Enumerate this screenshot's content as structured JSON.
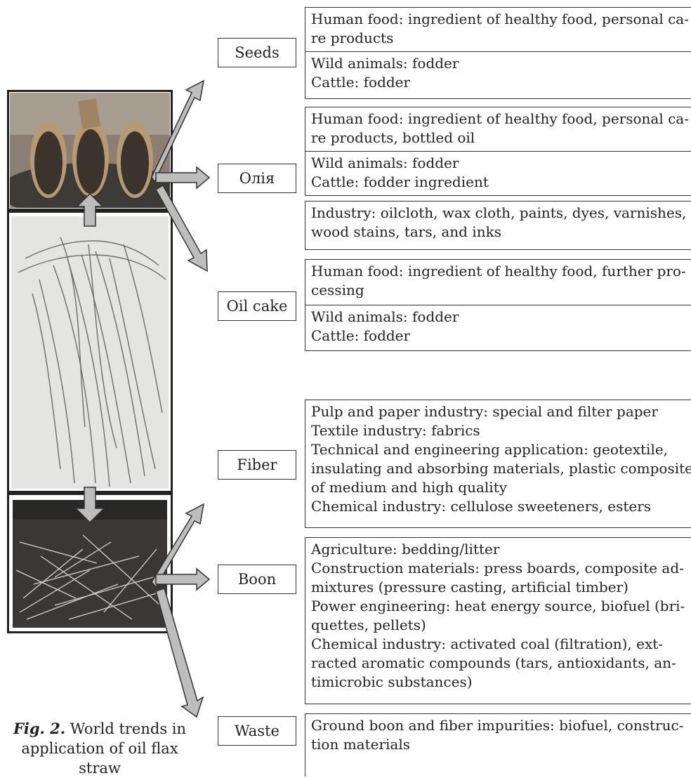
{
  "labels": {
    "seeds": "Seeds",
    "oil": "Олія",
    "oil_cake": "Oil cake",
    "fiber": "Fiber",
    "boon": "Boon",
    "waste": "Waste"
  },
  "seeds_cells": [
    [
      "Human food: ingredient of healthy food, personal ca-",
      "re products"
    ],
    [
      "Wild animals: fodder",
      "Cattle: fodder"
    ]
  ],
  "oil_cells": [
    [
      "Human food: ingredient of healthy food, personal ca-",
      "re products, bottled oil"
    ],
    [
      "Wild animals: fodder",
      "Cattle: fodder ingredient"
    ],
    [
      "Industry: oilcloth, wax cloth, paints, dyes, varnishes,",
      "wood stains, tars, and inks"
    ]
  ],
  "oilcake_cells": [
    [
      "Human food: ingredient of healthy food, further pro-",
      "cessing"
    ],
    [
      "Wild animals: fodder",
      "Cattle: fodder"
    ]
  ],
  "fiber_cells": [
    [
      "Pulp and paper industry: special and filter paper",
      "Textile industry: fabrics",
      "Technical and engineering application: geotextile,",
      "insulating and absorbing materials, plastic composites",
      "of medium and high quality",
      "Chemical industry: cellulose sweeteners, esters"
    ]
  ],
  "boon_cells": [
    [
      "Agriculture: bedding/litter",
      "Construction materials: press boards, composite ad-",
      "mixtures (pressure casting, artificial timber)",
      "Power engineering: heat energy source, biofuel (bri-",
      "quettes, pellets)",
      "Chemical industry: activated coal (filtration), ext-",
      "racted aromatic compounds (tars, antioxidants, an-",
      "timicrobic substances)"
    ]
  ],
  "waste_cells": [
    [
      "Ground boon and fiber impurities: biofuel, construc-",
      "tion materials"
    ]
  ],
  "caption": {
    "fig": "Fig. 2.",
    "line1_rest": " World trends in",
    "line2": "application of oil flax straw"
  }
}
